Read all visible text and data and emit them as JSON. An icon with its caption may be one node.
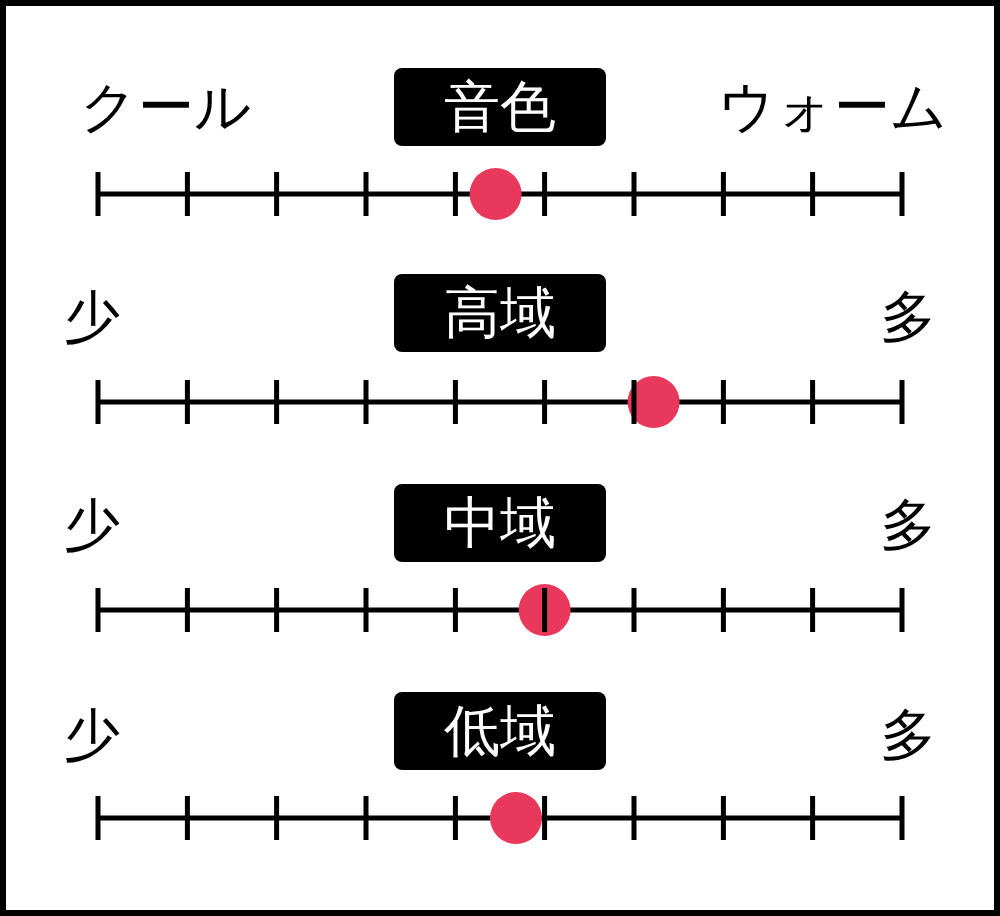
{
  "diagram": {
    "nodes": [
      {
        "text": [
          "音色"
        ]
      },
      {
        "text": [
          "高域"
        ]
      },
      {
        "text": [
          "中域"
        ]
      },
      {
        "text": [
          "低域"
        ]
      }
    ],
    "labels": [
      "クール",
      "ウォーム",
      "少",
      "多",
      "少",
      "多",
      "少",
      "多"
    ]
  }
}
